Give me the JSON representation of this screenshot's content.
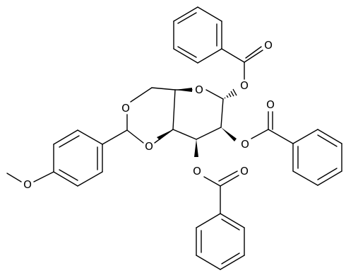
{
  "atoms": {
    "o_ring": "O",
    "o_acetal_top": "O",
    "o_acetal_bottom": "O",
    "o_methoxy": "O",
    "o_ester_anomeric": "O",
    "o_carbonyl_anomeric": "O",
    "o_ester_c2": "O",
    "o_carbonyl_c2": "O",
    "o_ester_c3": "O",
    "o_carbonyl_c3": "O"
  }
}
